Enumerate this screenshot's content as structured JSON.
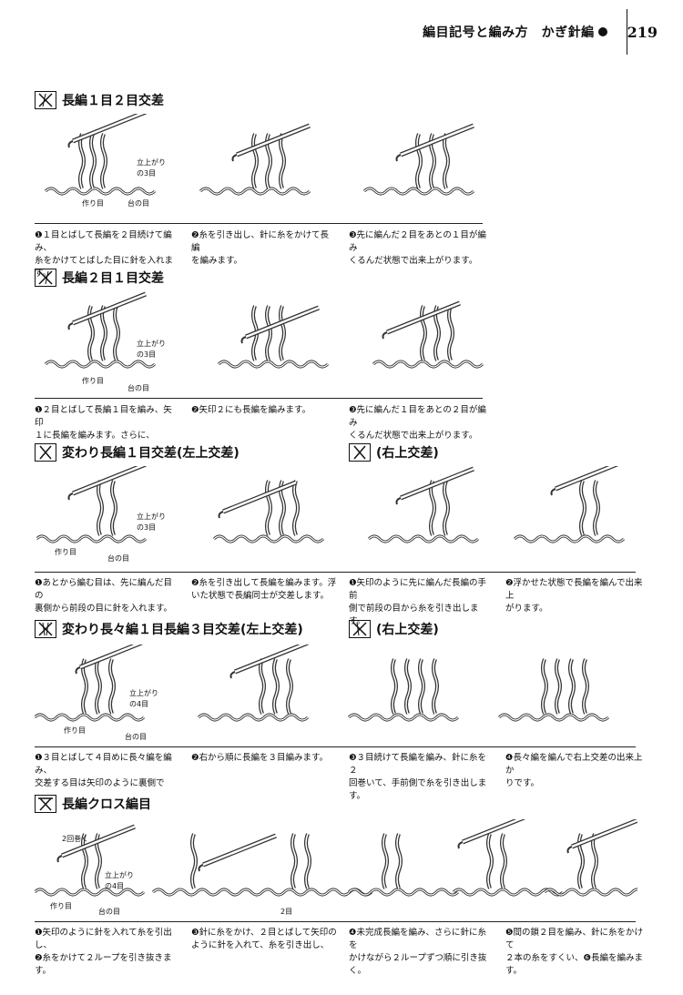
{
  "header": {
    "title": "編目記号と編み方　かぎ針編",
    "page": "219"
  },
  "sections": [
    {
      "title": "長編１目２目交差",
      "labels": {
        "tachiagari": "立上がり",
        "three": "の3目",
        "tsukuri": "作り目",
        "dai": "台の目"
      },
      "captions": [
        [
          "❶１目とばして長編を２目続けて編み、",
          "糸をかけてとばした目に針を入れます。"
        ],
        [
          "❷糸を引き出し、針に糸をかけて長編",
          "を編みます。"
        ],
        [
          "❸先に編んだ２目をあとの１目が編み",
          "くるんだ状態で出来上がります。"
        ]
      ]
    },
    {
      "title": "長編２目１目交差",
      "labels": {
        "tachiagari": "立上がり",
        "three": "の3目",
        "tsukuri": "作り目",
        "dai": "台の目"
      },
      "captions": [
        [
          "❶２目とばして長編１目を編み、矢印",
          "１に長編を編みます。さらに、"
        ],
        [
          "❷矢印２にも長編を編みます。"
        ],
        [
          "❸先に編んだ１目をあとの２目が編み",
          "くるんだ状態で出来上がります。"
        ]
      ]
    },
    {
      "title": "変わり長編１目交差(左上交差)",
      "title2": "(右上交差)",
      "labels": {
        "tachiagari": "立上がり",
        "three": "の3目",
        "tsukuri": "作り目",
        "dai": "台の目"
      },
      "captions": [
        [
          "❶あとから編む目は、先に編んだ目の",
          "裏側から前段の目に針を入れます。"
        ],
        [
          "❷糸を引き出して長編を編みます。浮",
          "いた状態で長編同士が交差します。"
        ],
        [
          "❶矢印のように先に編んだ長編の手前",
          "側で前段の目から糸を引き出します。"
        ],
        [
          "❷浮かせた状態で長編を編んで出来上",
          "がります。"
        ]
      ]
    },
    {
      "title": "変わり長々編１目長編３目交差(左上交差)",
      "title2": "(右上交差)",
      "labels": {
        "tachiagari": "立上がり",
        "four": "の4目",
        "tsukuri": "作り目",
        "dai": "台の目"
      },
      "captions": [
        [
          "❶３目とばして４目めに長々編を編み、",
          "交差する目は矢印のように裏側で"
        ],
        [
          "❷右から順に長編を３目編みます。"
        ],
        [
          "❸３目続けて長編を編み、針に糸を２",
          "回巻いて、手前側で糸を引き出します。"
        ],
        [
          "❹長々編を編んで右上交差の出来上か",
          "りです。"
        ]
      ]
    },
    {
      "title": "長編クロス編目",
      "labels": {
        "nimaki": "2回巻く",
        "tachiagari": "立上がり",
        "four": "の4目",
        "tsukuri": "作り目",
        "dai": "台の目",
        "two": "2目"
      },
      "captions": [
        [
          "❶矢印のように針を入れて糸を引出し、",
          "❷糸をかけて２ループを引き抜きます。"
        ],
        [
          "❸針に糸をかけ、２目とばして矢印の",
          "ように針を入れて、糸を引き出し、"
        ],
        [
          "❹未完成長編を編み、さらに針に糸を",
          "かけながら２ループずつ順に引き抜く。"
        ],
        [
          "❺間の鎖２目を編み、針に糸をかけて",
          "２本の糸をすくい、❻長編を編みます。"
        ]
      ]
    }
  ]
}
